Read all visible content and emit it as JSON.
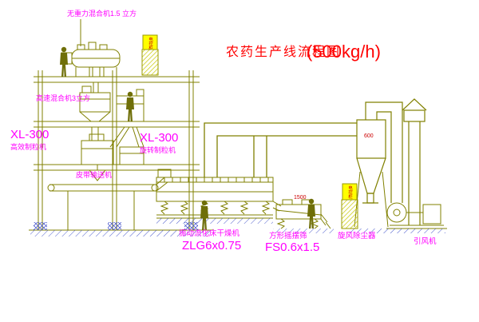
{
  "diagram": {
    "title": "农药生产线流程图",
    "title_capacity": "(500kg/h)"
  },
  "labels": {
    "gravity_mixer": "无重力混合机1.5 立方",
    "high_speed_mixer": "高速混合机3立方",
    "granulator_left_model": "XL-300",
    "granulator_left_name": "高效制粒机",
    "granulator_center_model": "XL-300",
    "granulator_center_name": "旋转制粒机",
    "belt_conveyor": "皮带输送机",
    "dryer_name": "振动流化床干燥机",
    "dryer_model": "ZLG6x0.75",
    "sieve_name": "方形摇摆筛",
    "sieve_model": "FS0.6x1.5",
    "cyclone_name": "旋风除尘器",
    "fan_name": "引风机",
    "cabinet_top": "电控柜",
    "cabinet_right": "电控柜",
    "dim_cyclone": "600",
    "dim_sieve": "1500"
  },
  "colors": {
    "line": "#808000",
    "label": "#ff00ff",
    "title": "#ff0000",
    "hatch": "#3b4bc8",
    "cabinet": "#ffff00",
    "dim_text": "#cc0000"
  }
}
